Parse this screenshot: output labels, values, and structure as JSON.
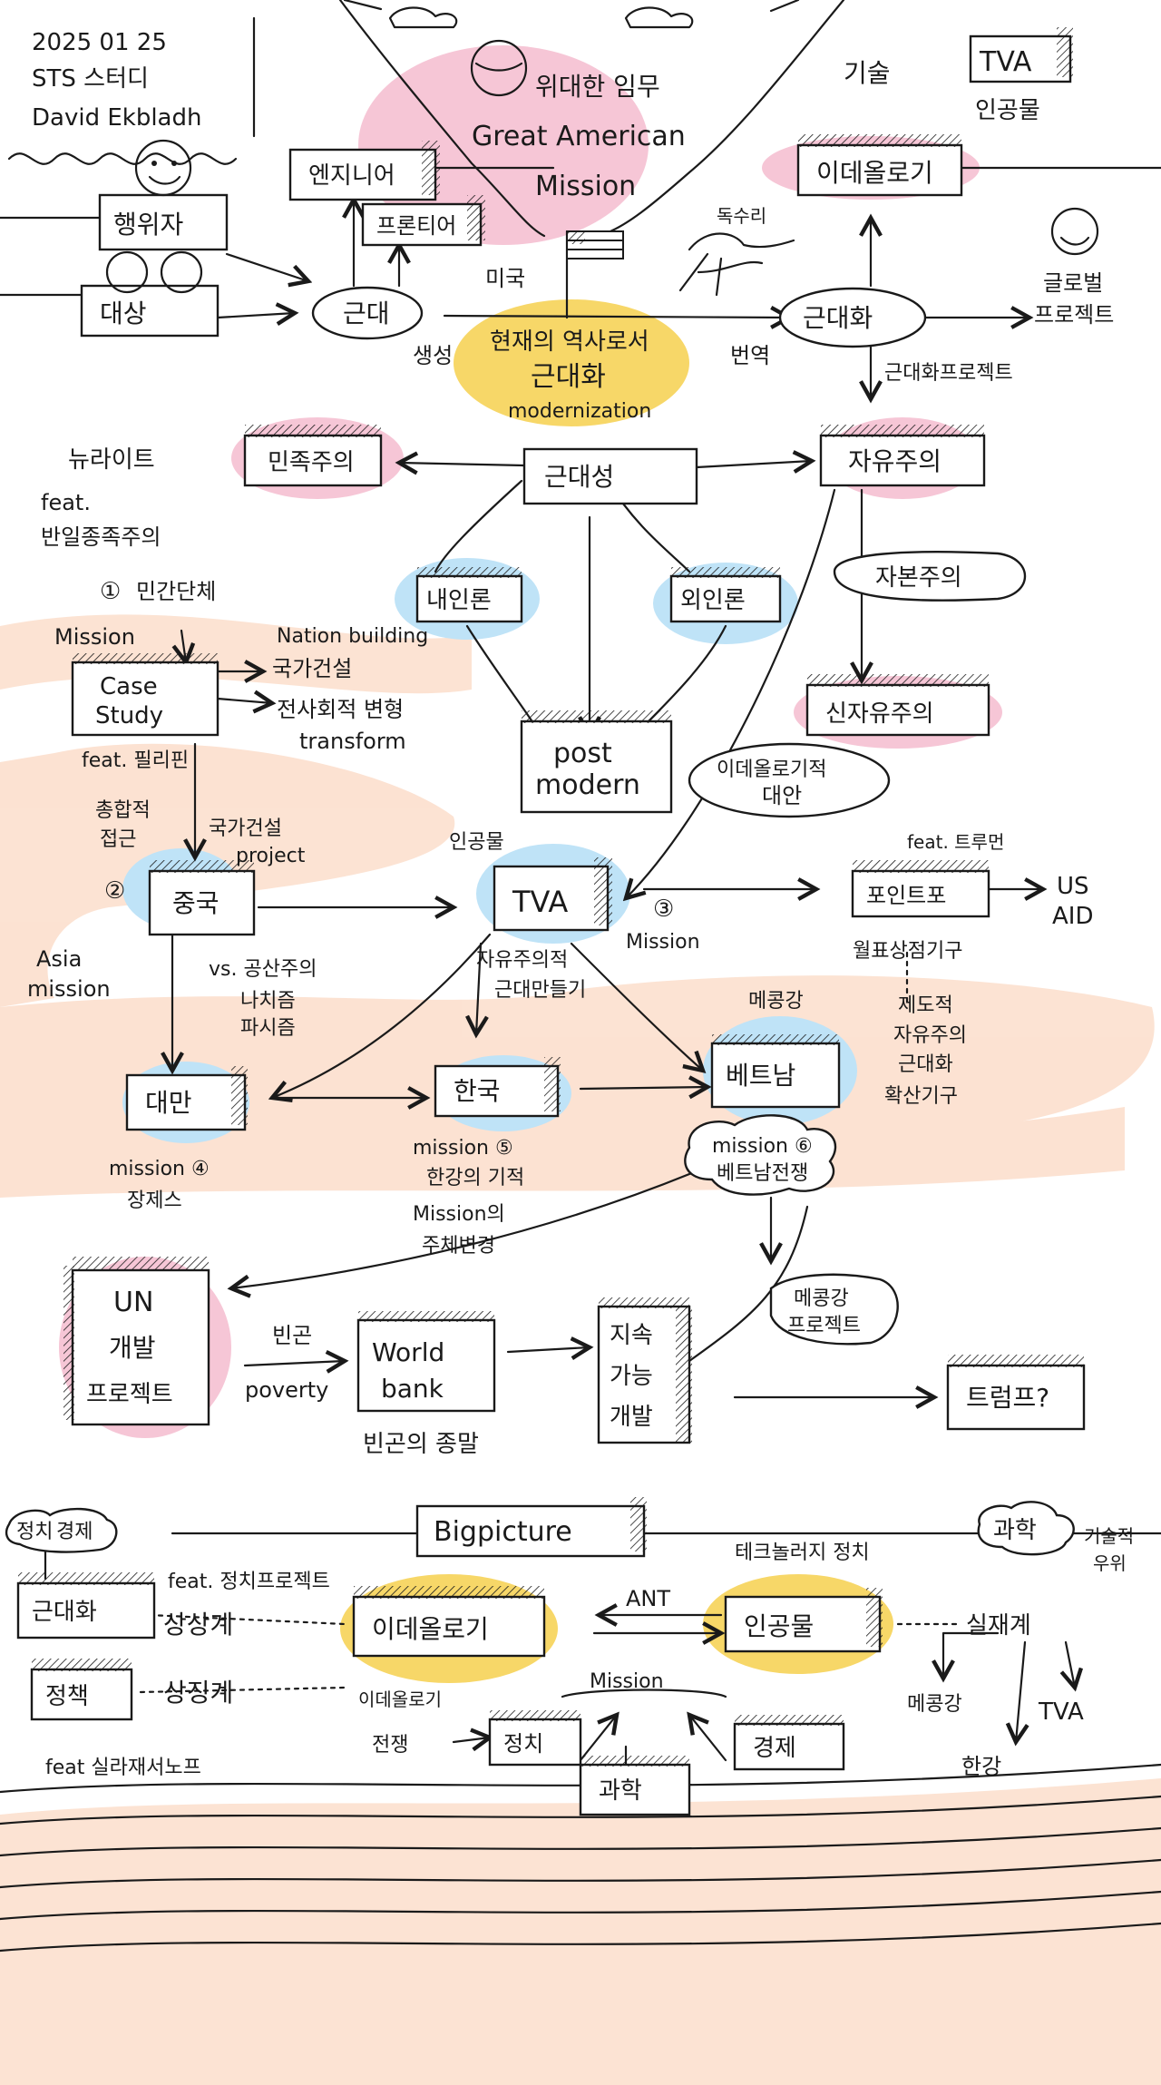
{
  "header": {
    "date": "2025 01 25",
    "study": "STS 스터디",
    "author": "David Ekbladh"
  },
  "mission": {
    "ko": "위대한 임무",
    "en1": "Great American",
    "en2": "Mission",
    "flag_label": "미국",
    "eagle_label": "독수리"
  },
  "nodes": {
    "agent": "행위자",
    "target": "대상",
    "engineer": "엔지니어",
    "frontier": "프론티어",
    "modern": "근대",
    "modernization_main": "현재의 역사로서",
    "modernization_main2": "근대화",
    "modernization_en": "modernization",
    "modernization_right": "근대화",
    "ideology_top": "이데올로기",
    "tech_top": "기술",
    "tva_top": "TVA",
    "artifact_top": "인공물",
    "global_project1": "글로벌",
    "global_project2": "프로젝트",
    "modernization_project": "근대화프로젝트",
    "creation": "생성",
    "prosper": "번역",
    "nationalism": "민족주의",
    "new_right": "뉴라이트",
    "feat_anti_jp1": "feat.",
    "feat_anti_jp2": "반일종족주의",
    "modernity": "근대성",
    "liberalism": "자유주의",
    "internal": "내인론",
    "external": "외인론",
    "capitalism": "자본주의",
    "neoliberalism": "신자유주의",
    "postmodern1": "post",
    "postmodern2": "modern",
    "ideology_alt1": "이데올로기적",
    "ideology_alt2": "대안",
    "point_four": "포인트포",
    "feat_truman": "feat. 트루먼",
    "usaid1": "US",
    "usaid2": "AID",
    "world_peace": "월표상점기구",
    "institutional1": "제도적",
    "institutional2": "자유주의",
    "institutional3": "근대화",
    "institutional4": "확산기구",
    "mission1_num": "①",
    "mission1_title": "민간단체",
    "mission1_en": "Mission",
    "nation_building_en": "Nation building",
    "nation_building_ko": "국가건설",
    "transform_ko": "전사회적 변형",
    "transform_en": "transform",
    "case_study1": "Case",
    "case_study2": "Study",
    "feat_philippines": "feat. 필리핀",
    "holistic1": "총합적",
    "holistic2": "접근",
    "national_project1": "국가건설",
    "national_project2": "project",
    "mission2_num": "②",
    "china": "중국",
    "asia_mission1": "Asia",
    "asia_mission2": "mission",
    "vs_label1": "vs. 공산주의",
    "vs_label2": "나치즘",
    "vs_label3": "파시즘",
    "artifact_label": "인공물",
    "tva_center": "TVA",
    "mission3_num": "③",
    "mission3_label": "Mission",
    "liberal_modern1": "자유주의적",
    "liberal_modern2": "근대만들기",
    "mekong_label": "메콩강",
    "taiwan": "대만",
    "korea": "한국",
    "vietnam": "베트남",
    "mission4_label": "mission ④",
    "chiang": "장제스",
    "mission5_label": "mission ⑤",
    "han_miracle": "한강의 기적",
    "mission_subject1": "Mission의",
    "mission_subject2": "주체변경",
    "mission6_label": "mission ⑥",
    "vietnam_war": "베트남전쟁",
    "un_dev1": "UN",
    "un_dev2": "개발",
    "un_dev3": "프로젝트",
    "poverty_ko": "빈곤",
    "poverty_en": "poverty",
    "world_bank1": "World",
    "world_bank2": "bank",
    "poverty_end": "빈곤의 종말",
    "sustainable1": "지속",
    "sustainable2": "가능",
    "sustainable3": "개발",
    "mekong_project1": "메콩강",
    "mekong_project2": "프로젝트",
    "trump": "트럼프?",
    "big_picture": "Bigpicture",
    "politics_econ1": "정치",
    "politics_econ2": "경제",
    "science_cloud": "과학",
    "tech_feat1": "기술적",
    "tech_feat2": "우위",
    "modernization_bottom": "근대화",
    "feat_politics": "feat. 정치프로젝트",
    "imaginary1": "상상계",
    "policy": "정책",
    "symbolic": "상징계",
    "feat_jasanoff": "feat 실라재서노프",
    "ideology_bottom": "이데올로기",
    "ant": "ANT",
    "mission_bottom": "Mission",
    "tech_politics": "테크놀러지 정치",
    "artifact_bottom": "인공물",
    "real": "실재계",
    "mekong_bottom": "메콩강",
    "tva_bottom": "TVA",
    "hangang_bottom": "한강",
    "ideology_war1": "이데올로기",
    "ideology_war2": "전쟁",
    "politics_box": "정치",
    "economy_box": "경제",
    "science_box": "과학"
  },
  "colors": {
    "pink": "#f6c6d6",
    "blue": "#bfe3f7",
    "yellow": "#f7d768",
    "orange_band": "#fbd9c4",
    "ink": "#1a1a1a"
  }
}
